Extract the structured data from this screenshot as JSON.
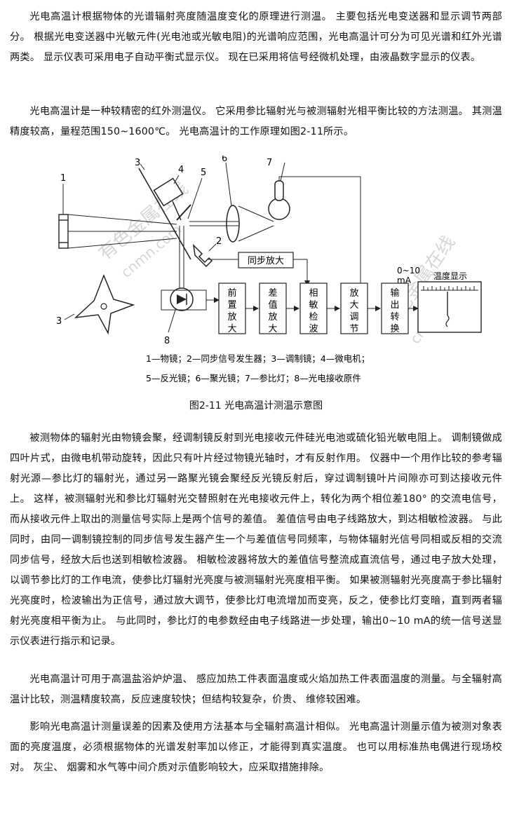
{
  "paragraphs": [
    "光电高温计根据物体的光谱辐射亮度随温度变化的原理进行测温。 主要包括光电变送器和显示调节两部分。 根据光电变送器中光敏元件(光电池或光敏电阻)的光谱响应范围，光电高温计可分为可见光谱和红外光谱两类。 显示仪表可采用电子自动平衡式显示仪。 现在已采用将信号经微机处理，由液晶数字显示的仪表。",
    "光电高温计是一种较精密的红外测温仪。 它采用参比辐射光与被测辐射光相平衡比较的方法测温。 其测温精度较高，量程范围150~1600℃。 光电高温计的工作原理如图2-11所示。",
    "被测物体的辐射光由物镜会聚，经调制镜反射到光电接收元件硅光电池或硫化铅光敏电阻上。 调制镜做成四叶片式，由微电机带动旋转，因此只有叶片经过物镜光轴时，才有反射作用。 仪器中一个用作比较的参考辐射光源—参比灯的辐射光，通过另一路聚光镜会聚经反光镜反射后，穿过调制镜叶片间隙亦可到达接收元件上。 这样，被测辐射光和参比灯辐射光交替照射在光电接收元件上，转化为两个相位差180° 的交流电信号，而从接收元件上取出的测量信号实际上是两个信号的差值。 差值信号由电子线路放大，到达相敏检波器。 与此同时，由同一调制镜控制的同步信号发生器产生一个与差值信号同频率，与物体辐射光信号同相或反相的交流同步信号，经放大后也送到相敏检波器。 相敏检波器将放大的差值信号整流成直流信号，通过电子放大处理，以调节参比灯的工作电流，使参比灯辐射光亮度与被测辐射光亮度相平衡。 如果被测辐射光亮度高于参比辐射光亮度时，检波输出为正信号，通过放大调节，使参比灯电流增加而变亮，反之，使参比灯变暗，直到两者辐射光亮度相平衡为止。 与此同时，参比灯的电参数经由电子线路进一步处理，输出0~10 mA的统一信号送显示仪表进行指示和记录。",
    "光电高温计可用于高温盐浴炉炉温、 感应加热工件表面温度或火焰加热工件表面温度的测量。与全辐射高温计比较，测温精度较高，反应速度较快；但结构较复杂，价贵、 维修较困难。",
    "影响光电高温计测量误差的因素及使用方法基本与全辐射高温计相似。 光电高温计测量示值为被测对象表面的亮度温度，必须根据物体的光谱发射率加以修正，才能得到真实温度。 也可以用标准热电偶进行现场校对。 灰尘、 烟雾和水气等中间介质对示值影响较大，应采取措施排除。"
  ],
  "figure": {
    "blocks": {
      "sync_amp": "同步放大",
      "preamp": [
        "前",
        "置",
        "放",
        "大"
      ],
      "diff_amp": [
        "差",
        "值",
        "放",
        "大"
      ],
      "phase_det": [
        "相",
        "敏",
        "检",
        "波"
      ],
      "amp_adj": [
        "放",
        "大",
        "调",
        "节"
      ],
      "out_conv": [
        "输",
        "出",
        "转",
        "换"
      ]
    },
    "output_label": [
      "0~10",
      "mA"
    ],
    "display_label": "温度显示",
    "numbers": [
      "1",
      "2",
      "3",
      "4",
      "5",
      "6",
      "7",
      "8",
      "3"
    ],
    "legend": [
      "1—物镜；2—同步信号发生器；3—调制镜；4—微电机；",
      "5—反光镜；6—聚光镜；7—参比灯；8—光电接收原件"
    ],
    "watermarks": [
      "有色金属在线",
      "cnmn.com",
      "有色金属在线",
      "cnmn.com"
    ]
  },
  "caption": "图2-11 光电高温计测温示意图",
  "colors": {
    "text": "#111111",
    "line": "#222222",
    "watermark": "#c8c8c8"
  }
}
